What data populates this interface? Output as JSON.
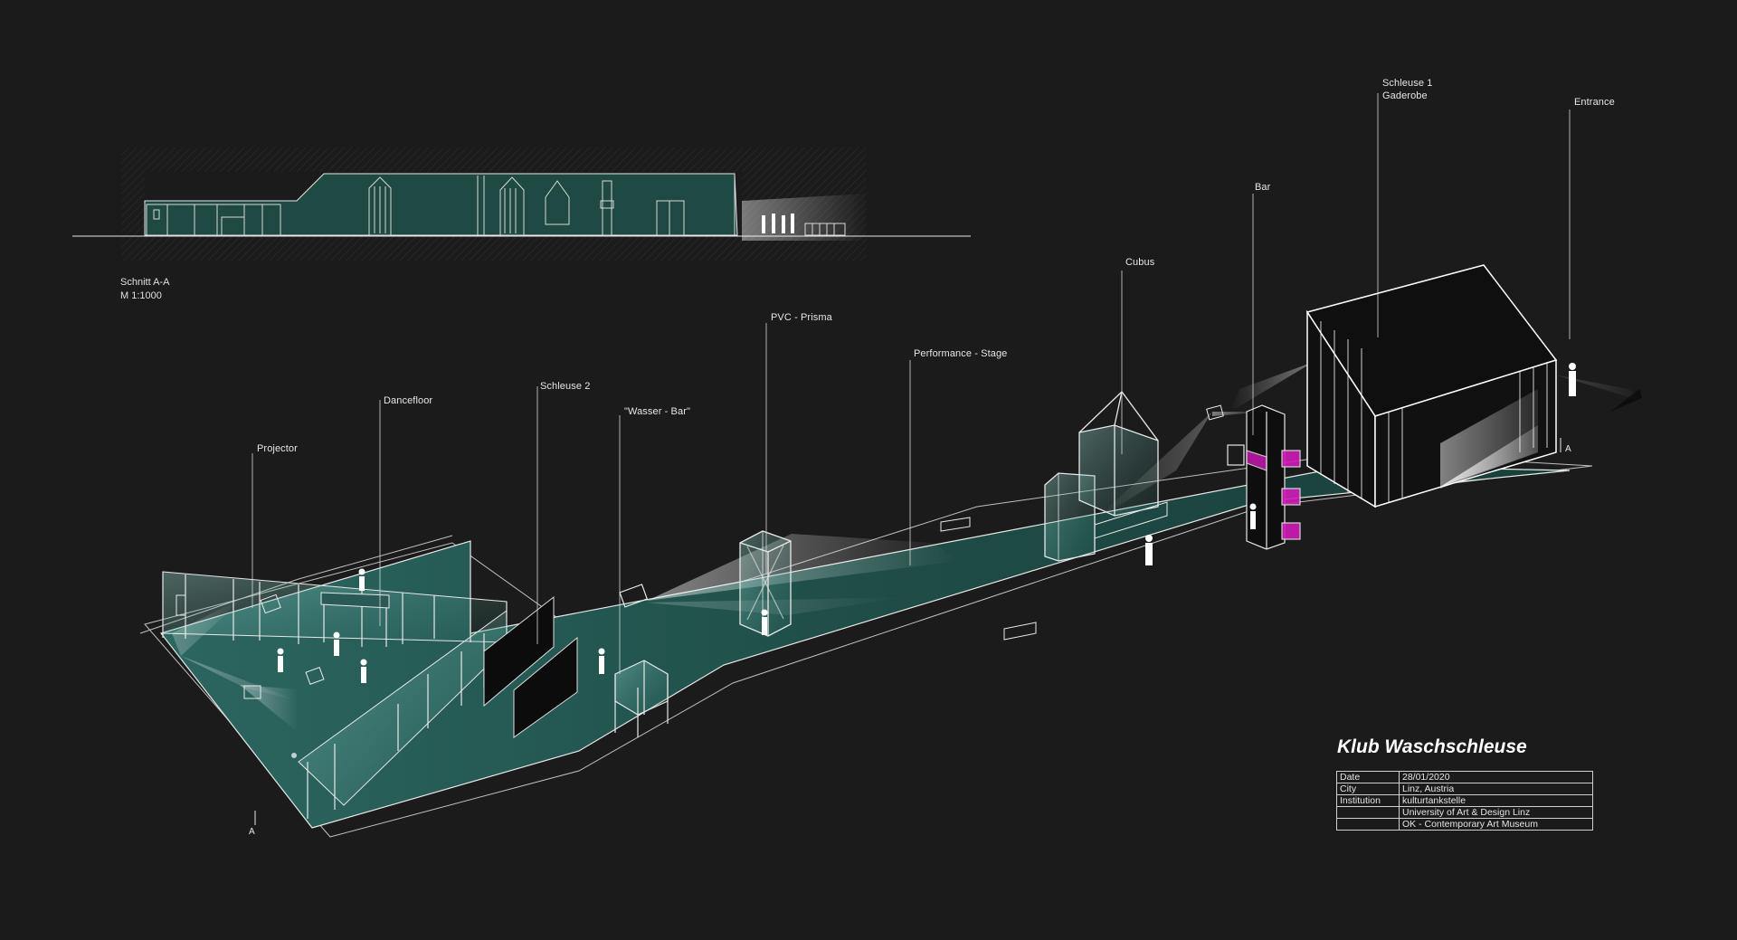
{
  "section": {
    "title": "Schnitt A-A",
    "scale": "M 1:1000"
  },
  "labels": {
    "projector": "Projector",
    "dancefloor": "Dancefloor",
    "schleuse2": "Schleuse 2",
    "wasser_bar": "\"Wasser - Bar\"",
    "pvc_prisma": "PVC - Prisma",
    "performance_stage": "Performance - Stage",
    "cubus": "Cubus",
    "bar": "Bar",
    "schleuse1_line1": "Schleuse 1",
    "schleuse1_line2": "Gaderobe",
    "entrance": "Entrance",
    "section_marker_a": "A"
  },
  "project": {
    "title": "Klub Waschschleuse",
    "rows": [
      {
        "key": "Date",
        "value": "28/01/2020"
      },
      {
        "key": "City",
        "value": "Linz, Austria"
      },
      {
        "key": "Institution",
        "value": "kulturtankstelle"
      },
      {
        "key": "",
        "value": "University of Art & Design Linz"
      },
      {
        "key": "",
        "value": "OK - Contemporary Art Museum"
      }
    ]
  },
  "colors": {
    "background": "#1b1b1b",
    "floor": "#1f4a44",
    "line": "#ffffff",
    "accent": "#d01ab8"
  }
}
